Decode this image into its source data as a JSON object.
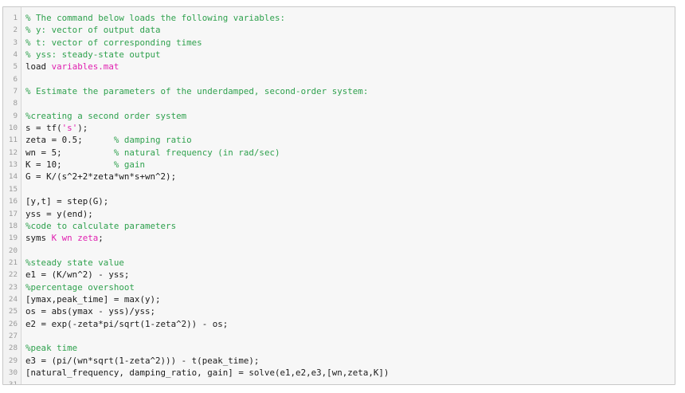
{
  "app": {
    "name": "matlab-code-editor",
    "kind": "code-editor-panel"
  },
  "colors": {
    "background": "#ffffff",
    "editor_background": "#f7f7f7",
    "gutter_background": "#f2f2f2",
    "gutter_border": "#d7d7d7",
    "panel_border": "#c8c8c8",
    "text": "#1a1a1a",
    "comment_green": "#2fa14e",
    "string_magenta": "#e020b0",
    "line_number": "#9a9a9a"
  },
  "editor": {
    "language": "MATLAB",
    "first_line_number": 1,
    "last_line_number": 31,
    "total_lines": 31,
    "lines": [
      {
        "n": 1,
        "tokens": [
          {
            "t": "% The command below loads the following variables:",
            "c": "comment"
          }
        ]
      },
      {
        "n": 2,
        "tokens": [
          {
            "t": "% y: vector of output data",
            "c": "comment"
          }
        ]
      },
      {
        "n": 3,
        "tokens": [
          {
            "t": "% t: vector of corresponding times",
            "c": "comment"
          }
        ]
      },
      {
        "n": 4,
        "tokens": [
          {
            "t": "% yss: steady-state output",
            "c": "comment"
          }
        ]
      },
      {
        "n": 5,
        "tokens": [
          {
            "t": "load ",
            "c": "plain"
          },
          {
            "t": "variables.mat",
            "c": "string"
          }
        ]
      },
      {
        "n": 6,
        "tokens": []
      },
      {
        "n": 7,
        "tokens": [
          {
            "t": "% Estimate the parameters of the underdamped, second-order system:",
            "c": "comment"
          }
        ]
      },
      {
        "n": 8,
        "tokens": []
      },
      {
        "n": 9,
        "tokens": [
          {
            "t": "%creating a second order system",
            "c": "comment"
          }
        ]
      },
      {
        "n": 10,
        "tokens": [
          {
            "t": "s = tf(",
            "c": "plain"
          },
          {
            "t": "'s'",
            "c": "string"
          },
          {
            "t": ");",
            "c": "plain"
          }
        ]
      },
      {
        "n": 11,
        "tokens": [
          {
            "t": "zeta = 0.5;      ",
            "c": "plain"
          },
          {
            "t": "% damping ratio",
            "c": "comment"
          }
        ]
      },
      {
        "n": 12,
        "tokens": [
          {
            "t": "wn = 5;          ",
            "c": "plain"
          },
          {
            "t": "% natural frequency (in rad/sec)",
            "c": "comment"
          }
        ]
      },
      {
        "n": 13,
        "tokens": [
          {
            "t": "K = 10;          ",
            "c": "plain"
          },
          {
            "t": "% gain",
            "c": "comment"
          }
        ]
      },
      {
        "n": 14,
        "tokens": [
          {
            "t": "G = K/(s^2+2*zeta*wn*s+wn^2);",
            "c": "plain"
          }
        ]
      },
      {
        "n": 15,
        "tokens": []
      },
      {
        "n": 16,
        "tokens": [
          {
            "t": "[y,t] = step(G);",
            "c": "plain"
          }
        ]
      },
      {
        "n": 17,
        "tokens": [
          {
            "t": "yss = y(end);",
            "c": "plain"
          }
        ]
      },
      {
        "n": 18,
        "tokens": [
          {
            "t": "%code to calculate parameters",
            "c": "comment"
          }
        ]
      },
      {
        "n": 19,
        "tokens": [
          {
            "t": "syms ",
            "c": "plain"
          },
          {
            "t": "K wn zeta",
            "c": "string"
          },
          {
            "t": ";",
            "c": "plain"
          }
        ]
      },
      {
        "n": 20,
        "tokens": []
      },
      {
        "n": 21,
        "tokens": [
          {
            "t": "%steady state value",
            "c": "comment"
          }
        ]
      },
      {
        "n": 22,
        "tokens": [
          {
            "t": "e1 = (K/wn^2) - yss;",
            "c": "plain"
          }
        ]
      },
      {
        "n": 23,
        "tokens": [
          {
            "t": "%percentage overshoot",
            "c": "comment"
          }
        ]
      },
      {
        "n": 24,
        "tokens": [
          {
            "t": "[ymax,peak_time] = max(y);",
            "c": "plain"
          }
        ]
      },
      {
        "n": 25,
        "tokens": [
          {
            "t": "os = abs(ymax - yss)/yss;",
            "c": "plain"
          }
        ]
      },
      {
        "n": 26,
        "tokens": [
          {
            "t": "e2 = exp(-zeta*pi/sqrt(1-zeta^2)) - os;",
            "c": "plain"
          }
        ]
      },
      {
        "n": 27,
        "tokens": []
      },
      {
        "n": 28,
        "tokens": [
          {
            "t": "%peak time",
            "c": "comment"
          }
        ]
      },
      {
        "n": 29,
        "tokens": [
          {
            "t": "e3 = (pi/(wn*sqrt(1-zeta^2))) - t(peak_time);",
            "c": "plain"
          }
        ]
      },
      {
        "n": 30,
        "tokens": [
          {
            "t": "[natural_frequency, damping_ratio, gain] = solve(e1,e2,e3,[wn,zeta,K])",
            "c": "plain"
          }
        ]
      },
      {
        "n": 31,
        "tokens": []
      }
    ]
  }
}
